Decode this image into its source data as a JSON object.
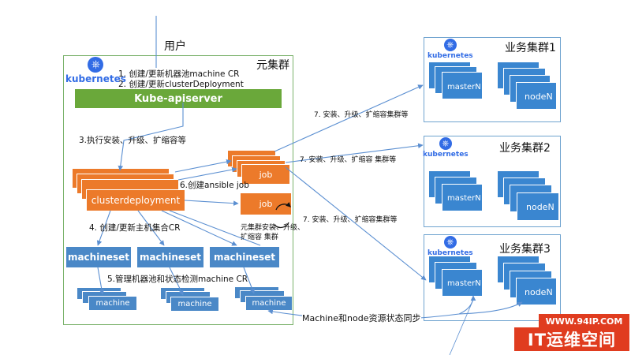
{
  "user": "用户",
  "meta_cluster": {
    "title": "元集群",
    "logo_text": "kubernetes",
    "steps": {
      "s1": "1. 创建/更新机器池machine CR",
      "s2": "2. 创建/更新clusterDeployment",
      "s3": "3.执行安装、升级、扩缩容等",
      "s4": "4. 创建/更新主机集合CR",
      "s5": "5.管理机器池和状态检测machine CR",
      "s6": "6.创建ansible job"
    },
    "apiserver": "Kube-apiserver",
    "clusterdeployment": "clusterdeployment",
    "job_stack_label": "job",
    "job_single_label": "job",
    "job_note": "元集群安装、升级、扩缩容 集群",
    "machinesets": [
      "machineset",
      "machineset",
      "machineset"
    ],
    "machine_label": "machine"
  },
  "edges": {
    "e7a": "7. 安装、升级、扩缩容集群等",
    "e7b": "7. 安装、升级、扩缩容 集群等",
    "e7c": "7. 安装、升级、扩缩容集群等",
    "sync": "Machine和node资源状态同步"
  },
  "biz_clusters": [
    {
      "title": "业务集群1",
      "logo_text": "kubernetes",
      "master": "masterN",
      "node": "nodeN"
    },
    {
      "title": "业务集群2",
      "logo_text": "kubernetes",
      "master": "masterN",
      "node": "nodeN"
    },
    {
      "title": "业务集群3",
      "logo_text": "kubernetes",
      "master": "masterN",
      "node": "nodeN"
    }
  ],
  "watermark": {
    "url": "WWW.94IP.COM",
    "name": "IT运维空间"
  },
  "colors": {
    "orange": "#ec7a2a",
    "green": "#6aa83a",
    "blue": "#3a86d0",
    "arrow": "#5b8fd1",
    "watermark": "#e03c1f"
  }
}
